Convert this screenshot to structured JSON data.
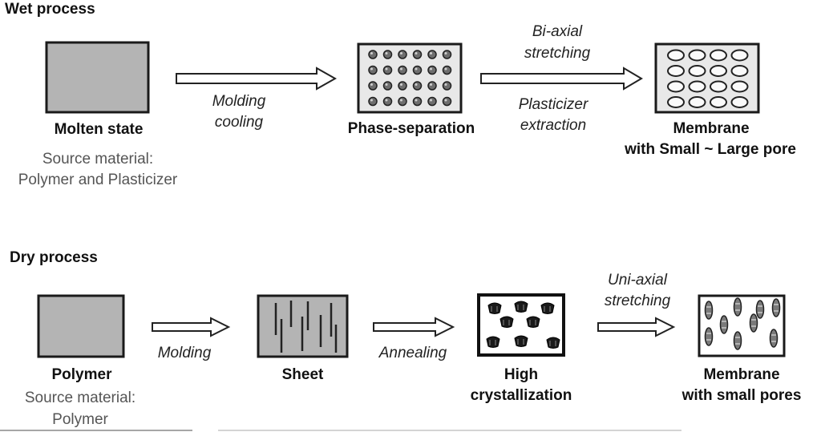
{
  "wet": {
    "title": "Wet process",
    "molten_label": "Molten state",
    "source_line1": "Source material:",
    "source_line2": "Polymer and Plasticizer",
    "arrow1_line1": "Molding",
    "arrow1_line2": "cooling",
    "phase_label": "Phase-separation",
    "arrow2_above1": "Bi-axial",
    "arrow2_above2": "stretching",
    "arrow2_below1": "Plasticizer",
    "arrow2_below2": "extraction",
    "membrane_label1": "Membrane",
    "membrane_label2": "with Small ~ Large pore"
  },
  "dry": {
    "title": "Dry process",
    "polymer_label": "Polymer",
    "source_line1": "Source material:",
    "source_line2": "Polymer",
    "arrow1_label": "Molding",
    "sheet_label": "Sheet",
    "arrow2_label": "Annealing",
    "crystal_label1": "High",
    "crystal_label2": "crystallization",
    "arrow3_above1": "Uni-axial",
    "arrow3_above2": "stretching",
    "membrane_label1": "Membrane",
    "membrane_label2": "with small pores"
  },
  "colors": {
    "box_fill": "#b4b4b4",
    "box_light": "#e8e8e8",
    "stroke": "#1a1a1a"
  }
}
